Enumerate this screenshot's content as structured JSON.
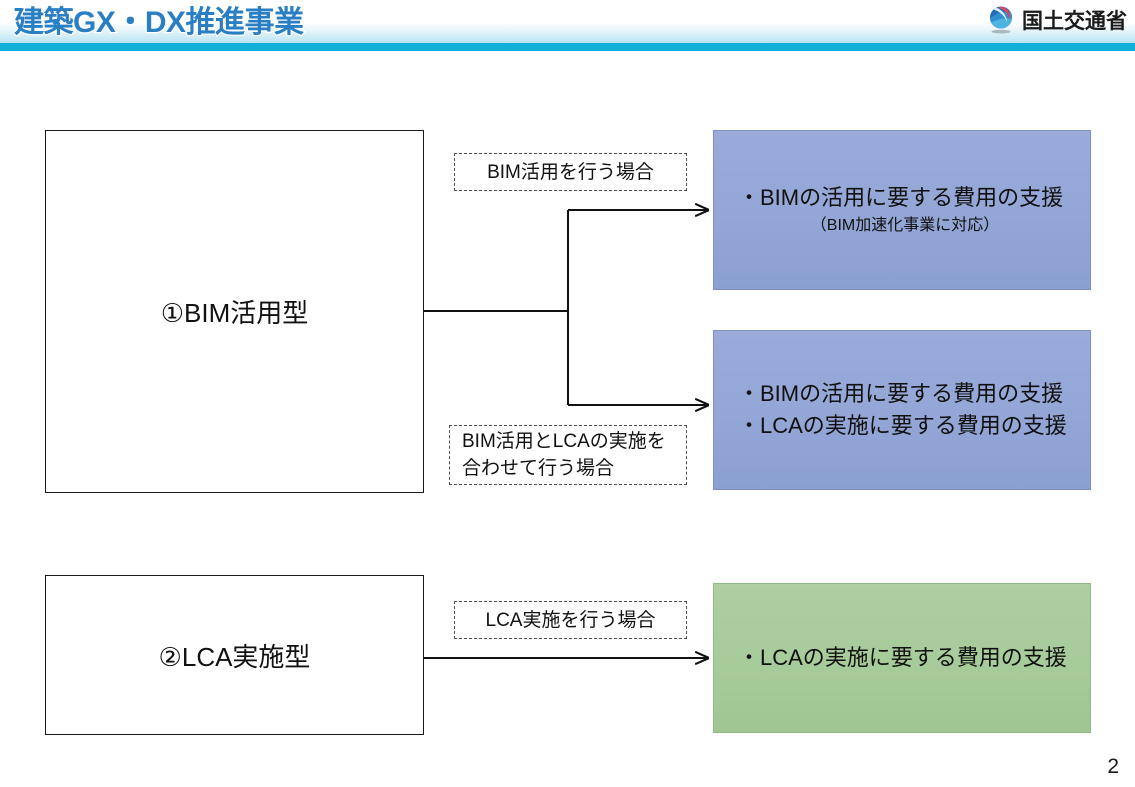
{
  "header": {
    "title": "建築GX・DX推進事業",
    "ministry_name": "国土交通省",
    "logo_icon": "mlit-swirl-logo-icon",
    "accent_color": "#12b0d8",
    "title_color": "#2a7fc4"
  },
  "diagram": {
    "types": [
      {
        "id": "bim",
        "label": "①BIM活用型"
      },
      {
        "id": "lca",
        "label": "②LCA実施型"
      }
    ],
    "conditions": [
      {
        "id": "bim-only",
        "lines": [
          "BIM活用を行う場合"
        ],
        "align": "center"
      },
      {
        "id": "bim-and-lca",
        "lines": [
          "BIM活用とLCAの実施を",
          "合わせて行う場合"
        ],
        "align": "left"
      },
      {
        "id": "lca-only",
        "lines": [
          "LCA実施を行う場合"
        ],
        "align": "center"
      }
    ],
    "outcomes": [
      {
        "id": "bim-support",
        "color": "#93a6d6",
        "lines": [
          "・BIMの活用に要する費用の支援"
        ],
        "note": "（BIM加速化事業に対応）"
      },
      {
        "id": "bim-lca-support",
        "color": "#93a6d6",
        "lines": [
          "・BIMの活用に要する費用の支援",
          "・LCAの実施に要する費用の支援"
        ],
        "note": ""
      },
      {
        "id": "lca-support",
        "color": "#a6cb99",
        "lines": [
          "・LCAの実施に要する費用の支援"
        ],
        "note": ""
      }
    ]
  },
  "footer": {
    "page_number": "2"
  }
}
